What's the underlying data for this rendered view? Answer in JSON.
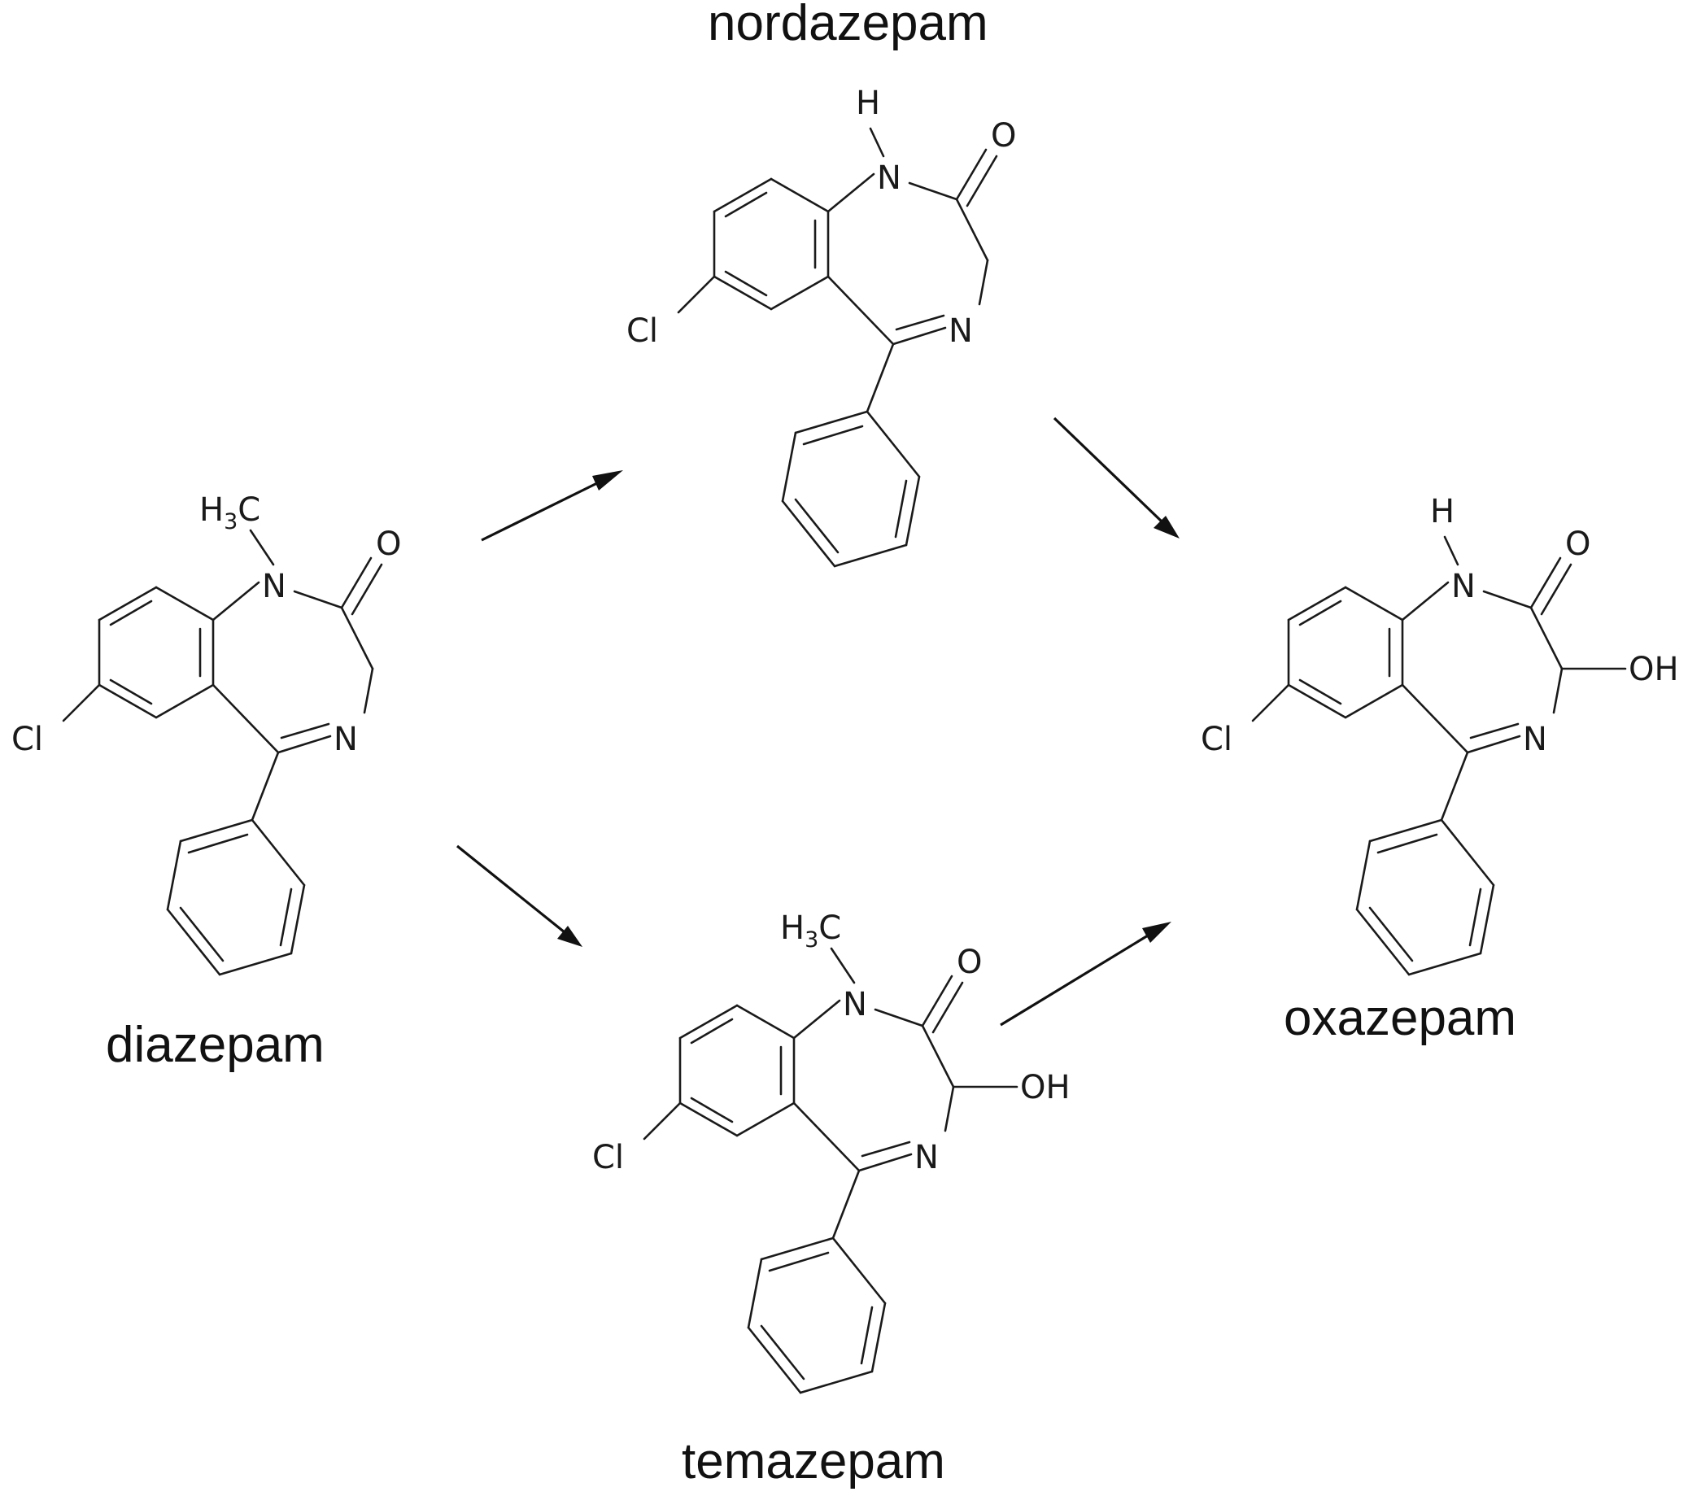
{
  "molecules": {
    "diazepam": {
      "label": "diazepam",
      "substituent": "methyl",
      "hydroxy": false
    },
    "nordazepam": {
      "label": "nordazepam",
      "substituent": "hydrogen",
      "hydroxy": false
    },
    "temazepam": {
      "label": "temazepam",
      "substituent": "methyl",
      "hydroxy": true
    },
    "oxazepam": {
      "label": "oxazepam",
      "substituent": "hydrogen",
      "hydroxy": true
    }
  },
  "atoms": {
    "chlorine": "Cl",
    "nitrogen": "N",
    "oxygen": "O",
    "hydrogen": "H",
    "hydroxyl": "OH",
    "methyl_h": "H",
    "methyl_sub": "3",
    "methyl_c": "C"
  },
  "arrows": [
    {
      "from": "diazepam",
      "to": "nordazepam"
    },
    {
      "from": "diazepam",
      "to": "temazepam"
    },
    {
      "from": "nordazepam",
      "to": "oxazepam"
    },
    {
      "from": "temazepam",
      "to": "oxazepam"
    }
  ]
}
